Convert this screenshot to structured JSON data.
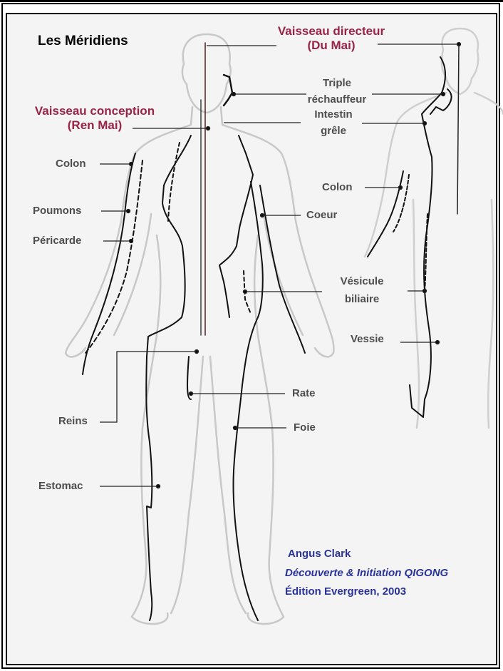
{
  "title": "Les Méridiens",
  "labels": {
    "du_mai_line1": "Vaisseau directeur",
    "du_mai_line2": "(Du Mai)",
    "ren_mai_line1": "Vaisseau conception",
    "ren_mai_line2": "(Ren Mai)",
    "triple_line1": "Triple",
    "triple_line2": "réchauffeur",
    "intestin_line1": "Intestin",
    "intestin_line2": "grêle",
    "colon_front": "Colon",
    "colon_back": "Colon",
    "poumons": "Poumons",
    "pericarde": "Péricarde",
    "coeur": "Coeur",
    "vesicule_line1": "Vésicule",
    "vesicule_line2": "biliaire",
    "vessie": "Vessie",
    "rate": "Rate",
    "foie": "Foie",
    "reins": "Reins",
    "estomac": "Estomac"
  },
  "credit": {
    "author": "Angus Clark",
    "book": "Découverte & Initiation QIGONG",
    "edition": "Édition Evergreen, 2003"
  },
  "colors": {
    "accent_red": "#9b2346",
    "credit_blue": "#2a3399",
    "label_gray": "#4d4d4d"
  }
}
